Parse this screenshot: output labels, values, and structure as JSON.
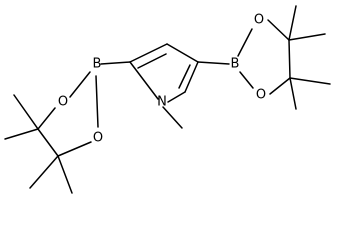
{
  "structure": {
    "atoms": {
      "boron_left": "B",
      "boron_right": "B",
      "nitrogen": "N",
      "oxygen_left_top": "O",
      "oxygen_left_bottom": "O",
      "oxygen_right_top": "O",
      "oxygen_right_bottom": "O"
    }
  },
  "colors": {
    "bond": "#000000",
    "label": "#000000",
    "background": "#ffffff"
  }
}
